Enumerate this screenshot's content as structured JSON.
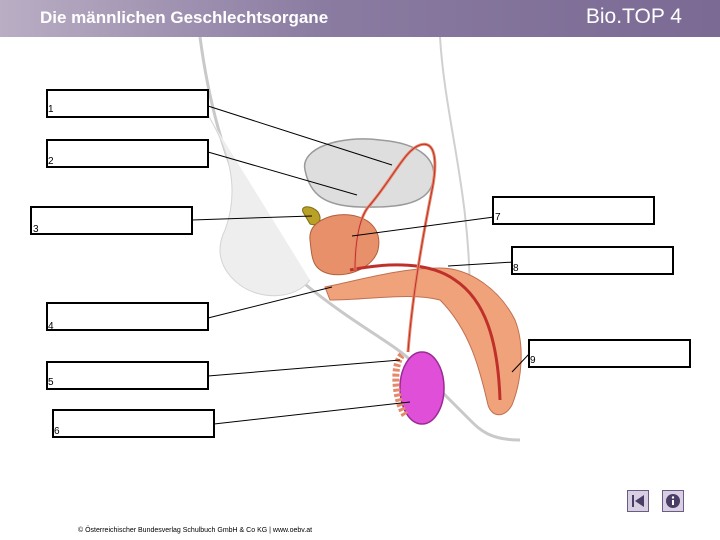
{
  "header": {
    "title": "Die männlichen Geschlechtsorgane",
    "brand": "Bio.TOP 4"
  },
  "labels": [
    {
      "number": "1"
    },
    {
      "number": "2"
    },
    {
      "number": "3"
    },
    {
      "number": "4"
    },
    {
      "number": "5"
    },
    {
      "number": "6"
    },
    {
      "number": "7"
    },
    {
      "number": "8"
    },
    {
      "number": "9"
    }
  ],
  "footer": {
    "copyright": "© Österreichischer Bundesverlag Schulbuch GmbH & Co KG | www.oebv.at"
  },
  "navigation": {
    "back_icon": "skip-back-icon",
    "info_icon": "info-icon"
  },
  "colors": {
    "header_start": "#b9aec4",
    "header_end": "#7a6a94",
    "tissue": "#e8906a",
    "bladder": "#dcdcdc",
    "testis": "#e04fd8",
    "vessel": "#c0302a"
  }
}
